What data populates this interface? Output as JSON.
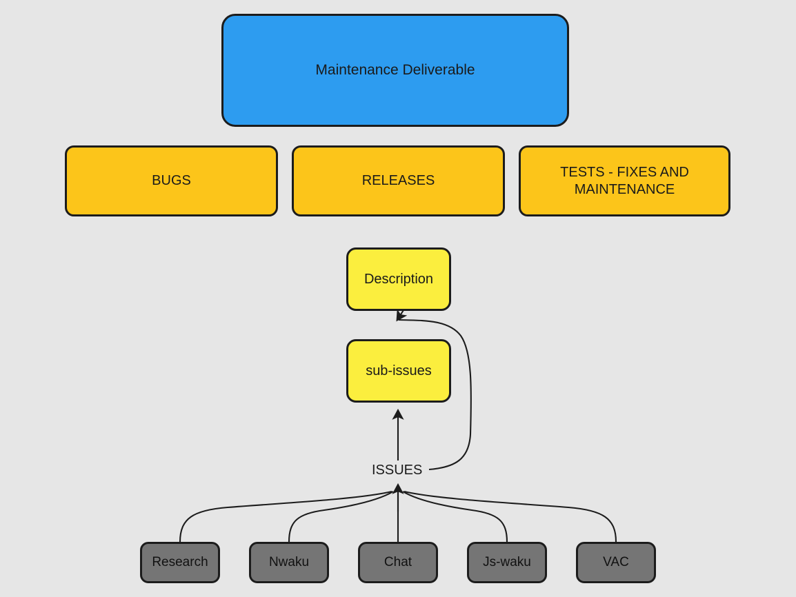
{
  "diagram": {
    "title_node": {
      "label": "Maintenance Deliverable",
      "color": "#2d9cf0"
    },
    "categories": [
      {
        "label": "BUGS",
        "color": "#fcc51a"
      },
      {
        "label": "RELEASES",
        "color": "#fcc51a"
      },
      {
        "label": "TESTS - FIXES AND MAINTENANCE",
        "color": "#fcc51a"
      }
    ],
    "details": [
      {
        "label": "Description",
        "color": "#fbee3e"
      },
      {
        "label": "sub-issues",
        "color": "#fbee3e"
      }
    ],
    "sources": [
      {
        "label": "Research",
        "color": "#757575"
      },
      {
        "label": "Nwaku",
        "color": "#757575"
      },
      {
        "label": "Chat",
        "color": "#757575"
      },
      {
        "label": "Js-waku",
        "color": "#757575"
      },
      {
        "label": "VAC",
        "color": "#757575"
      }
    ],
    "edge_labels": [
      {
        "label": "ISSUES"
      }
    ],
    "background_color": "#e6e6e6",
    "stroke_color": "#1c1c1c"
  }
}
